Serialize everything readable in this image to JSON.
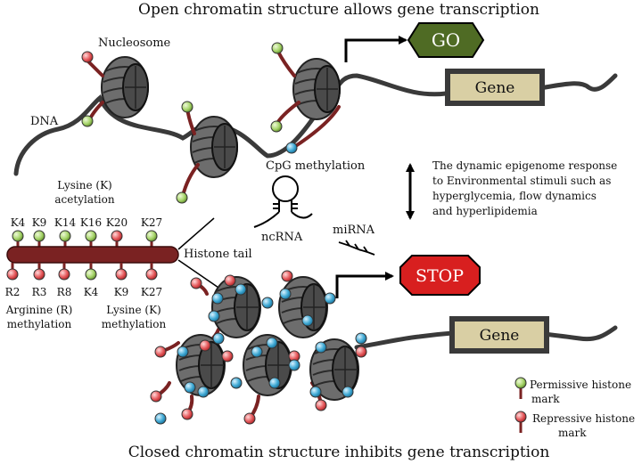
{
  "title_top": "Open chromatin structure allows gene transcription",
  "title_bottom": "Closed chromatin structure inhibits gene transcription",
  "labels": {
    "nucleosome": "Nucleosome",
    "dna": "DNA",
    "cpg": "CpG methylation",
    "lysine_acetylation_line1": "Lysine (K)",
    "lysine_acetylation_line2": "acetylation",
    "histone_tail": "Histone tail",
    "ncrna": "ncRNA",
    "mirna": "miRNA",
    "arginine_line1": "Arginine (R)",
    "arginine_line2": "methylation",
    "lysine_meth_line1": "Lysine (K)",
    "lysine_meth_line2": "methylation",
    "go": "GO",
    "stop": "STOP",
    "gene_top": "Gene",
    "gene_bottom": "Gene"
  },
  "dynamic_text": [
    "The dynamic epigenome response",
    "to Environmental stimuli such as",
    "hyperglycemia, flow dynamics",
    "and hyperlipidemia"
  ],
  "tail_top_labels": [
    "K4",
    "K9",
    "K14",
    "K16",
    "K20",
    "K27"
  ],
  "tail_bottom_labels": [
    "R2",
    "R3",
    "R8",
    "K4",
    "K9",
    "K27"
  ],
  "legend": {
    "permissive_line1": "Permissive histone",
    "permissive_line2": "mark",
    "repressive_line1": "Repressive histone",
    "repressive_line2": "mark"
  },
  "colors": {
    "permissive": "#a6d46a",
    "repressive": "#e5595c",
    "methyl": "#3fa9d4",
    "nucleosome": "#6d6d6d",
    "gene_box": "#d9cfa4",
    "go_fill": "#4f6b24",
    "stop_fill": "#d81f1f",
    "tail": "#7a2222"
  }
}
